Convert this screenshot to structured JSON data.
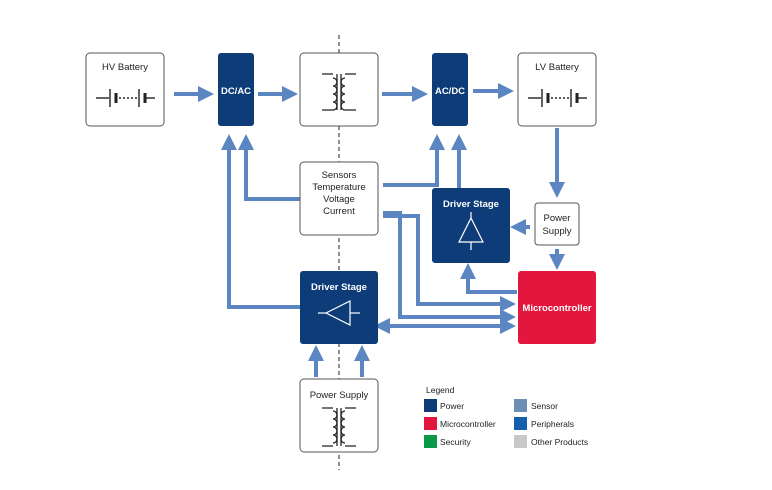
{
  "blocks": {
    "hv_battery": "HV Battery",
    "dcac": "DC/AC",
    "acdc": "AC/DC",
    "lv_battery": "LV Battery",
    "sensors": [
      "Sensors",
      "Temperature",
      "Voltage",
      "Current"
    ],
    "driver_stage_top": "Driver Stage",
    "driver_stage_bottom": "Driver Stage",
    "power_supply_right": [
      "Power",
      "Supply"
    ],
    "power_supply_bottom": "Power Supply",
    "microcontroller": "Microcontroller"
  },
  "legend": {
    "title": "Legend",
    "items": [
      {
        "label": "Power",
        "color": "#0d3c78"
      },
      {
        "label": "Sensor",
        "color": "#6d8eb4"
      },
      {
        "label": "Microcontroller",
        "color": "#e3173e"
      },
      {
        "label": "Peripherals",
        "color": "#1460ad"
      },
      {
        "label": "Security",
        "color": "#0a9a47"
      },
      {
        "label": "Other Products",
        "color": "#c8c8c8"
      }
    ]
  },
  "colors": {
    "power": "#0d3c78",
    "microcontroller": "#e3173e",
    "arrow": "#5b86c1",
    "outline": "#555555"
  }
}
